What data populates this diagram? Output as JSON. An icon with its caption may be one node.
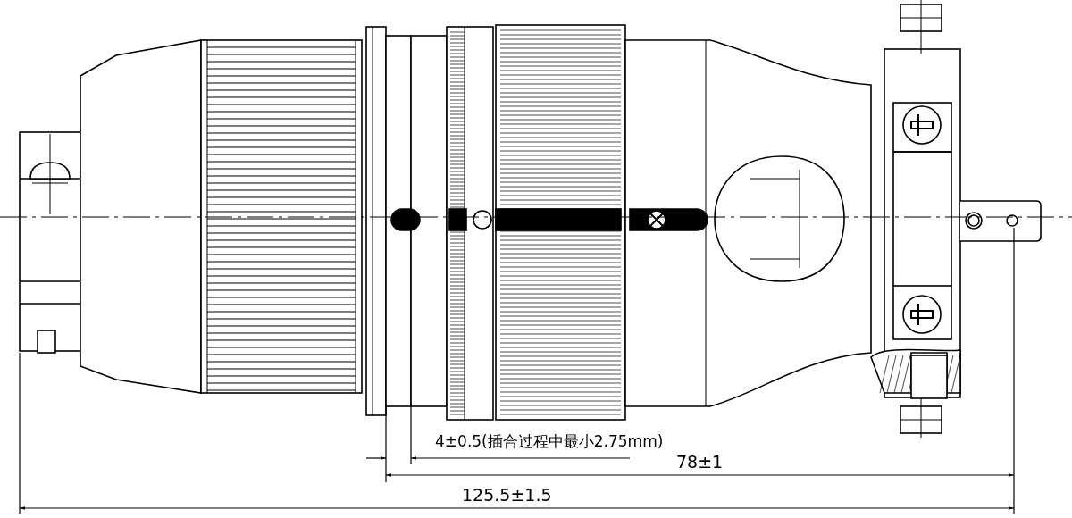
{
  "diagram": {
    "labels": [
      "4±0.5(插合过程中最小2.75mm)",
      "78±1",
      "125.5±1.5"
    ]
  }
}
